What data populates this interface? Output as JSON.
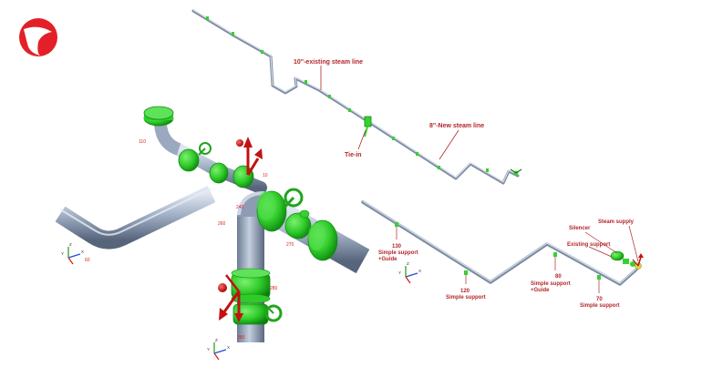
{
  "brand": {
    "logo": "red-circle-logo",
    "color": "#e32028"
  },
  "colors": {
    "pipe": "#9aa9bf",
    "pipe_dark": "#6f7f97",
    "valve": "#35d12f",
    "valve_dark": "#0f8f10",
    "label": "#b3262b",
    "restraint": "#cc1111"
  },
  "labels": {
    "existing_steam_line": "10\"-existing steam line",
    "new_steam_line": "8\"-New steam line",
    "tie_in": "Tie-in",
    "silencer": "Silencer",
    "steam_supply": "Steam supply",
    "existing_support": "Existing support",
    "support_80": "80",
    "support_80_text": "Simple support",
    "support_80_text2": "+Guide",
    "support_70": "70",
    "support_70_text": "Simple support",
    "support_120": "120",
    "support_120_text": "Simple support",
    "support_130": "130",
    "support_130_text": "Simple support",
    "support_130_text2": "+Guide"
  },
  "node_labels": {
    "n110": "110",
    "n10": "10",
    "n260": "260",
    "n250": "250",
    "n240": "240",
    "n280": "280",
    "n270": "270",
    "n60": "60"
  },
  "axes": {
    "x": "X",
    "y": "Y",
    "z": "Z"
  }
}
